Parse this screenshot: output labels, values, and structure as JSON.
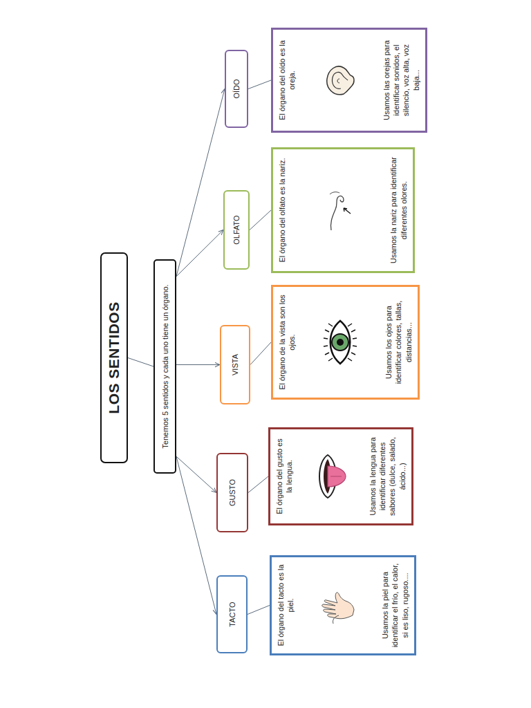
{
  "diagram": {
    "nodes": [
      {
        "text": [
          "LOS SENTIDOS"
        ]
      },
      {
        "text": [
          "Tenemos 5 sentidos y cada uno tiene un órgano."
        ]
      },
      {
        "text": [
          "TACTO"
        ]
      },
      {
        "text": [
          "El órgano del tacto es la piel.",
          "Usamos la piel para identificar el frío, el calor, si es liso, rugoso...."
        ]
      },
      {
        "text": [
          "GUSTO"
        ]
      },
      {
        "text": [
          "El órgano del gusto es la lengua.",
          "Usamos la lengua para identificar diferentes sabores (dulce, salado, ácido...)"
        ]
      },
      {
        "text": [
          "VISTA"
        ]
      },
      {
        "text": [
          "El órgano de la vista son los ojos.",
          "Usamos los ojos para identificar colores, tallas, distancias..."
        ]
      },
      {
        "text": [
          "OLFATO"
        ]
      },
      {
        "text": [
          "El órgano del olfato es la nariz.",
          "Usamos la nariz para identificar diferentes olores."
        ]
      },
      {
        "text": [
          "OÍDO"
        ]
      },
      {
        "text": [
          "El órgano del oído es la oreja.",
          "Usamos las orejas para identificar sonidos, el silencio, voz alta, voz baja..."
        ]
      }
    ],
    "edges": [
      {
        "from": 0,
        "to": 1,
        "arrow": "none"
      },
      {
        "from": 1,
        "to": 2,
        "arrow": "to"
      },
      {
        "from": 1,
        "to": 4,
        "arrow": "to"
      },
      {
        "from": 1,
        "to": 6,
        "arrow": "to"
      },
      {
        "from": 1,
        "to": 8,
        "arrow": "to"
      },
      {
        "from": 1,
        "to": 10,
        "arrow": "to"
      },
      {
        "from": 2,
        "to": 3,
        "arrow": "none"
      },
      {
        "from": 4,
        "to": 5,
        "arrow": "none"
      },
      {
        "from": 6,
        "to": 7,
        "arrow": "none"
      },
      {
        "from": 8,
        "to": 9,
        "arrow": "none"
      },
      {
        "from": 10,
        "to": 11,
        "arrow": "none"
      }
    ]
  }
}
